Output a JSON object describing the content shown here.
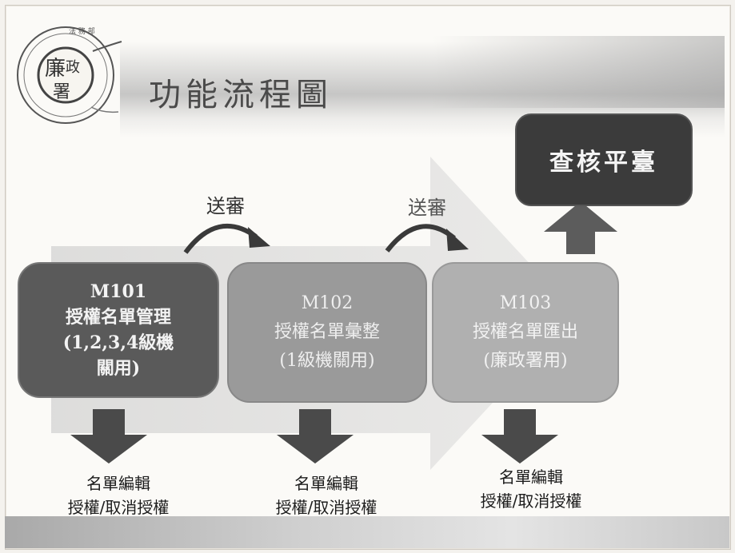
{
  "logo": {
    "ring_text": "法務部",
    "center_text": "廉政署"
  },
  "title": "功能流程圖",
  "steps": [
    {
      "code": "M101",
      "lines": [
        "授權名單管理",
        "(1,2,3,4級機",
        "關用)"
      ]
    },
    {
      "code": "M102",
      "lines": [
        "授權名單彙整",
        "(1級機關用)"
      ]
    },
    {
      "code": "M103",
      "lines": [
        "授權名單匯出",
        "(廉政署用)"
      ]
    }
  ],
  "platform": "查核平臺",
  "transitions": [
    "送審",
    "送審"
  ],
  "notes": [
    [
      "名單編輯",
      "授權/取消授權"
    ],
    [
      "名單編輯",
      "授權/取消授權"
    ],
    [
      "名單編輯",
      "授權/取消授權"
    ]
  ],
  "colors": {
    "m101": "#5a5a5a",
    "m102": "#9a9a9a",
    "m103": "#b0b0b0",
    "platform": "#3b3b3b",
    "arrow": "#4a4a4a",
    "band": "#c8c8c8"
  }
}
